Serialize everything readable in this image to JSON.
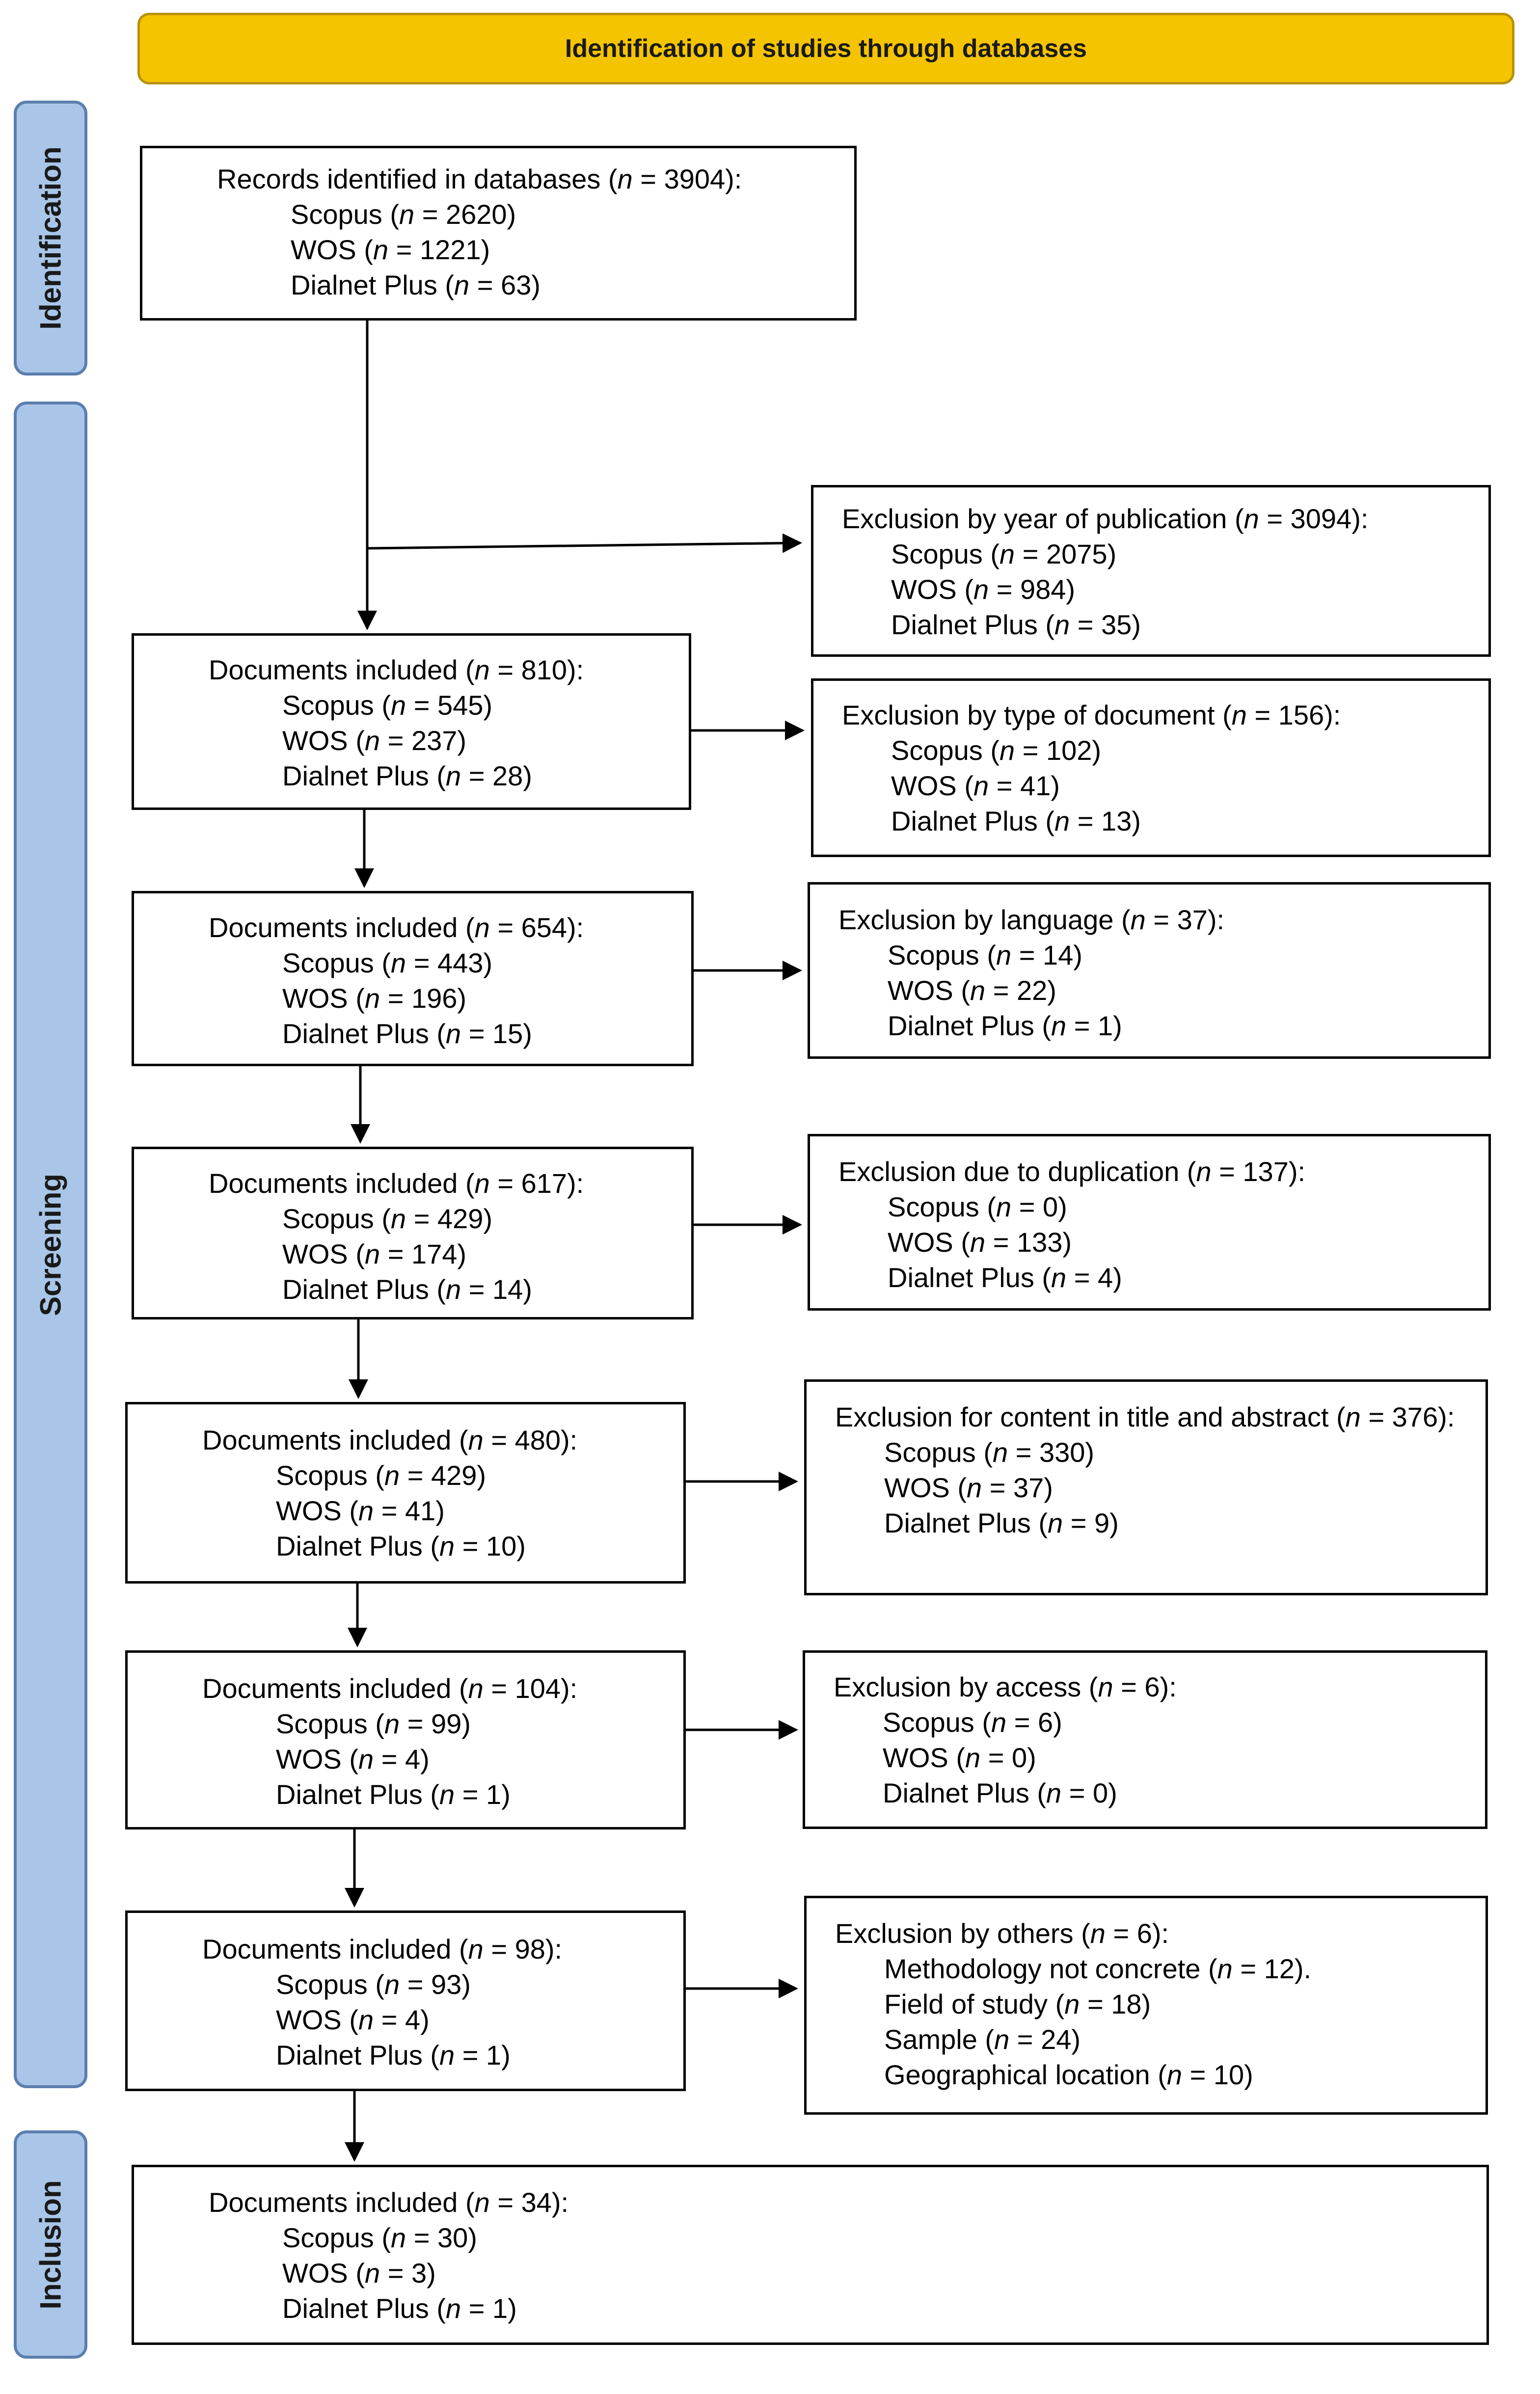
{
  "header": {
    "title": "Identification of studies through databases"
  },
  "phases": {
    "identification": "Identification",
    "screening": "Screening",
    "inclusion": "Inclusion"
  },
  "records": {
    "heading_pre": "Records identified in databases (",
    "heading_n": "n",
    "heading_post": " = 3904):",
    "items": [
      {
        "pre": "Scopus (",
        "n": "n",
        "post": " = 2620)"
      },
      {
        "pre": "WOS (",
        "n": "n",
        "post": " = 1221)"
      },
      {
        "pre": "Dialnet Plus (",
        "n": "n",
        "post": " = 63)"
      }
    ]
  },
  "included": [
    {
      "heading_pre": "Documents included (",
      "heading_n": "n",
      "heading_post": " = 810):",
      "items": [
        {
          "pre": "Scopus (",
          "n": "n",
          "post": " = 545)"
        },
        {
          "pre": "WOS (",
          "n": "n",
          "post": " = 237)"
        },
        {
          "pre": "Dialnet Plus (",
          "n": "n",
          "post": " = 28)"
        }
      ]
    },
    {
      "heading_pre": "Documents included (",
      "heading_n": "n",
      "heading_post": " = 654):",
      "items": [
        {
          "pre": "Scopus (",
          "n": "n",
          "post": " = 443)"
        },
        {
          "pre": "WOS (",
          "n": "n",
          "post": " = 196)"
        },
        {
          "pre": "Dialnet Plus (",
          "n": "n",
          "post": " = 15)"
        }
      ]
    },
    {
      "heading_pre": "Documents included (",
      "heading_n": "n",
      "heading_post": " = 617):",
      "items": [
        {
          "pre": "Scopus (",
          "n": "n",
          "post": " = 429)"
        },
        {
          "pre": "WOS (",
          "n": "n",
          "post": " = 174)"
        },
        {
          "pre": "Dialnet Plus (",
          "n": "n",
          "post": " = 14)"
        }
      ]
    },
    {
      "heading_pre": "Documents included (",
      "heading_n": "n",
      "heading_post": " = 480):",
      "items": [
        {
          "pre": "Scopus (",
          "n": "n",
          "post": " = 429)"
        },
        {
          "pre": "WOS (",
          "n": "n",
          "post": " = 41)"
        },
        {
          "pre": "Dialnet Plus (",
          "n": "n",
          "post": " = 10)"
        }
      ]
    },
    {
      "heading_pre": "Documents included (",
      "heading_n": "n",
      "heading_post": " = 104):",
      "items": [
        {
          "pre": "Scopus (",
          "n": "n",
          "post": " = 99)"
        },
        {
          "pre": "WOS (",
          "n": "n",
          "post": " = 4)"
        },
        {
          "pre": "Dialnet Plus (",
          "n": "n",
          "post": " = 1)"
        }
      ]
    },
    {
      "heading_pre": "Documents included (",
      "heading_n": "n",
      "heading_post": " = 98):",
      "items": [
        {
          "pre": "Scopus (",
          "n": "n",
          "post": " = 93)"
        },
        {
          "pre": "WOS (",
          "n": "n",
          "post": " = 4)"
        },
        {
          "pre": "Dialnet Plus (",
          "n": "n",
          "post": " = 1)"
        }
      ]
    },
    {
      "heading_pre": "Documents included (",
      "heading_n": "n",
      "heading_post": " = 34):",
      "items": [
        {
          "pre": "Scopus (",
          "n": "n",
          "post": " = 30)"
        },
        {
          "pre": "WOS (",
          "n": "n",
          "post": " = 3)"
        },
        {
          "pre": "Dialnet Plus (",
          "n": "n",
          "post": " = 1)"
        }
      ]
    }
  ],
  "exclusions": [
    {
      "heading_pre": "Exclusion by year of publication (",
      "heading_n": "n",
      "heading_post": " = 3094):",
      "items": [
        {
          "pre": "Scopus (",
          "n": "n",
          "post": " = 2075)"
        },
        {
          "pre": "WOS (",
          "n": "n",
          "post": " = 984)"
        },
        {
          "pre": "Dialnet Plus (",
          "n": "n",
          "post": " = 35)"
        }
      ]
    },
    {
      "heading_pre": "Exclusion by type of document (",
      "heading_n": "n",
      "heading_post": " = 156):",
      "items": [
        {
          "pre": "Scopus (",
          "n": "n",
          "post": " = 102)"
        },
        {
          "pre": "WOS (",
          "n": "n",
          "post": " = 41)"
        },
        {
          "pre": "Dialnet Plus (",
          "n": "n",
          "post": " = 13)"
        }
      ]
    },
    {
      "heading_pre": "Exclusion by language (",
      "heading_n": "n",
      "heading_post": " = 37):",
      "items": [
        {
          "pre": "Scopus (",
          "n": "n",
          "post": " = 14)"
        },
        {
          "pre": "WOS (",
          "n": "n",
          "post": " = 22)"
        },
        {
          "pre": "Dialnet Plus (",
          "n": "n",
          "post": " = 1)"
        }
      ]
    },
    {
      "heading_pre": "Exclusion due to duplication (",
      "heading_n": "n",
      "heading_post": " = 137):",
      "items": [
        {
          "pre": "Scopus (",
          "n": "n",
          "post": " = 0)"
        },
        {
          "pre": "WOS (",
          "n": "n",
          "post": " = 133)"
        },
        {
          "pre": "Dialnet Plus (",
          "n": "n",
          "post": " = 4)"
        }
      ]
    },
    {
      "heading_pre": "Exclusion for content in title and abstract (",
      "heading_n": "n",
      "heading_post": " = 376):",
      "items": [
        {
          "pre": "Scopus (",
          "n": "n",
          "post": " = 330)"
        },
        {
          "pre": "WOS (",
          "n": "n",
          "post": " = 37)"
        },
        {
          "pre": "Dialnet Plus (",
          "n": "n",
          "post": " = 9)"
        }
      ]
    },
    {
      "heading_pre": "Exclusion by access (",
      "heading_n": "n",
      "heading_post": " = 6):",
      "items": [
        {
          "pre": "Scopus (",
          "n": "n",
          "post": " = 6)"
        },
        {
          "pre": "WOS (",
          "n": "n",
          "post": " = 0)"
        },
        {
          "pre": "Dialnet Plus (",
          "n": "n",
          "post": " = 0)"
        }
      ]
    },
    {
      "heading_pre": "Exclusion by others (",
      "heading_n": "n",
      "heading_post": " = 6):",
      "items": [
        {
          "pre": "Methodology not concrete (",
          "n": "n",
          "post": " = 12)."
        },
        {
          "pre": "Field of study (",
          "n": "n",
          "post": " = 18)"
        },
        {
          "pre": "Sample (",
          "n": "n",
          "post": " = 24)"
        },
        {
          "pre": "Geographical location (",
          "n": "n",
          "post": " = 10)"
        }
      ]
    }
  ]
}
